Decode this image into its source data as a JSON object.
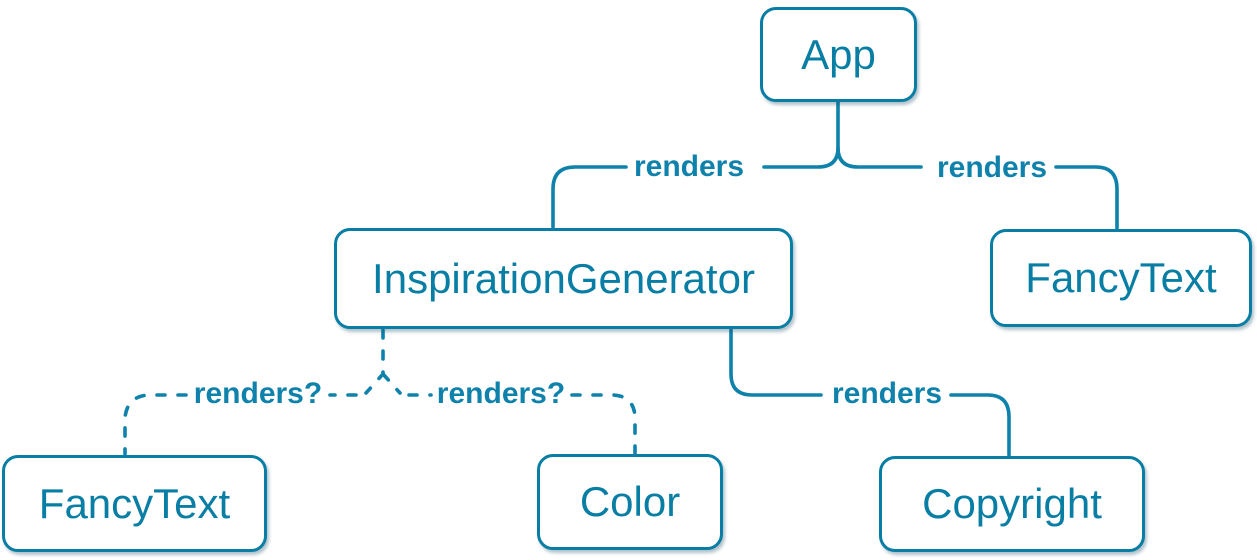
{
  "colors": {
    "accent": "#087ea4",
    "edge": "#0e82ab",
    "box-bg": "#ffffff",
    "canvas-bg": "#ffffff",
    "shadow": "rgba(35, 80, 105, 0.35)"
  },
  "diagram": {
    "type": "component-render-tree",
    "nodes": [
      {
        "id": "app",
        "label": "App"
      },
      {
        "id": "inspiration-generator",
        "label": "InspirationGenerator"
      },
      {
        "id": "fancy-text-top",
        "label": "FancyText"
      },
      {
        "id": "fancy-text-bottom",
        "label": "FancyText"
      },
      {
        "id": "color",
        "label": "Color"
      },
      {
        "id": "copyright",
        "label": "Copyright"
      }
    ],
    "edges": [
      {
        "from": "app",
        "to": "inspiration-generator",
        "label": "renders",
        "style": "solid"
      },
      {
        "from": "app",
        "to": "fancy-text-top",
        "label": "renders",
        "style": "solid"
      },
      {
        "from": "inspiration-generator",
        "to": "fancy-text-bottom",
        "label": "renders?",
        "style": "dashed"
      },
      {
        "from": "inspiration-generator",
        "to": "color",
        "label": "renders?",
        "style": "dashed"
      },
      {
        "from": "inspiration-generator",
        "to": "copyright",
        "label": "renders",
        "style": "solid"
      }
    ]
  }
}
